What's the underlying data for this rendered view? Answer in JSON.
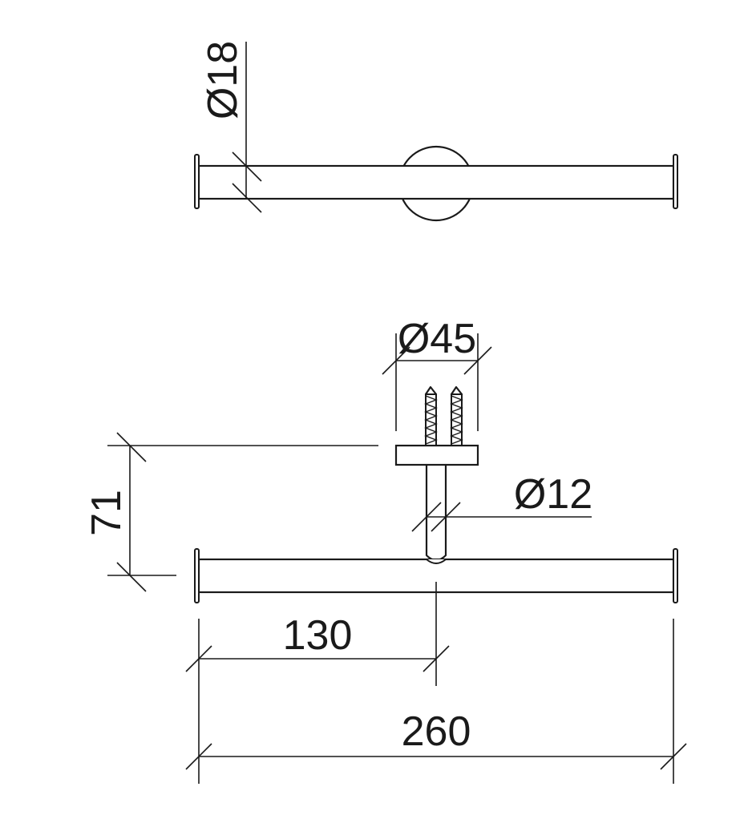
{
  "drawing": {
    "top_view": {
      "rod_diameter_label": "Ø18"
    },
    "front_view": {
      "flange_diameter_label": "Ø45",
      "stem_diameter_label": "Ø12",
      "projection_label": "71",
      "half_length_label": "130",
      "overall_length_label": "260"
    }
  }
}
